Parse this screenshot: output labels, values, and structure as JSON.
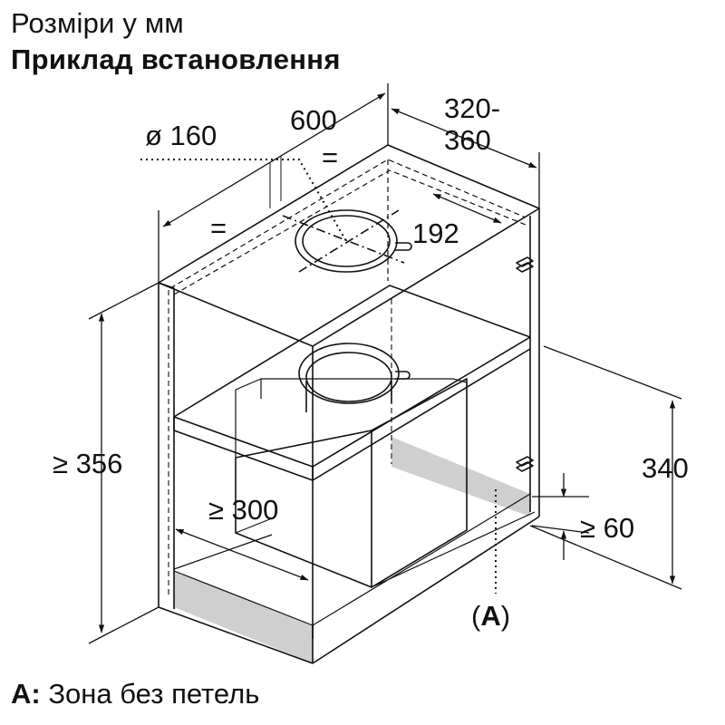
{
  "header": {
    "units": "Розміри у мм",
    "title": "Приклад встановлення"
  },
  "dimensions": {
    "duct_diameter": "ø 160",
    "width": "600",
    "depth_line1": "320-",
    "depth_line2": "360",
    "equal_top": "=",
    "equal_left": "=",
    "duct_offset": "192",
    "min_height": "≥ 356",
    "min_width": "≥ 300",
    "height_340": "340",
    "min_gap": "≥ 60"
  },
  "callout": {
    "open": "(",
    "letter": "A",
    "close": ")"
  },
  "legend": {
    "key": "A:",
    "text": " Зона без петель"
  },
  "colors": {
    "line": "#111111",
    "zone_fill": "#cfcfcf"
  }
}
